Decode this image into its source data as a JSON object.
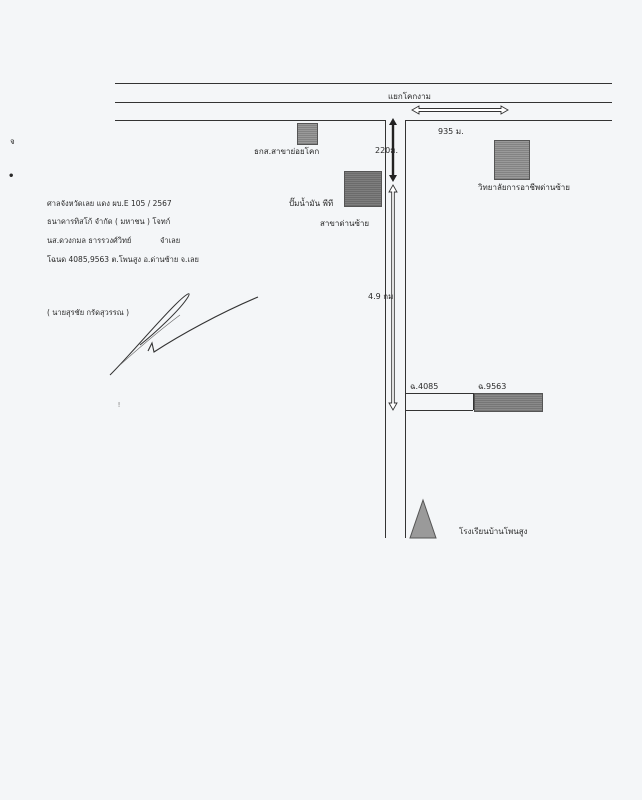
{
  "map": {
    "road_label": "แยกโคกงาม",
    "dist_935": "935 ม.",
    "dist_220": "220ม.",
    "dist_49": "4.9 กม",
    "branch_office": "ธกส.สาขาย่อยโคก",
    "college": "วิทยาลัยการอาชีพด่านซ้าย",
    "gas_station": "ปั๊มน้ำมัน พีที",
    "branch_danzai": "สาขาด่านซ้าย",
    "plot_4085": "ฉ.4085",
    "plot_9563": "ฉ.9563",
    "school": "โรงเรียนบ้านโพนสูง"
  },
  "case_info": {
    "line1": "ศาลจังหวัดเลย แดง ผบ.E 105 / 2567",
    "line2": "ธนาคารทิสโก้ จำกัด ( มหาชน )  โจทก์",
    "line3_name": "นส.ดวงกมล ธารรวงศ์วิทย์",
    "line3_role": "จำเลย",
    "line4": "โฉนด 4085,9563 ต.โพนสูง อ.ด่านซ้าย จ.เลย"
  },
  "signer": "( นายสุรชัย กรัดสุวรรณ )"
}
